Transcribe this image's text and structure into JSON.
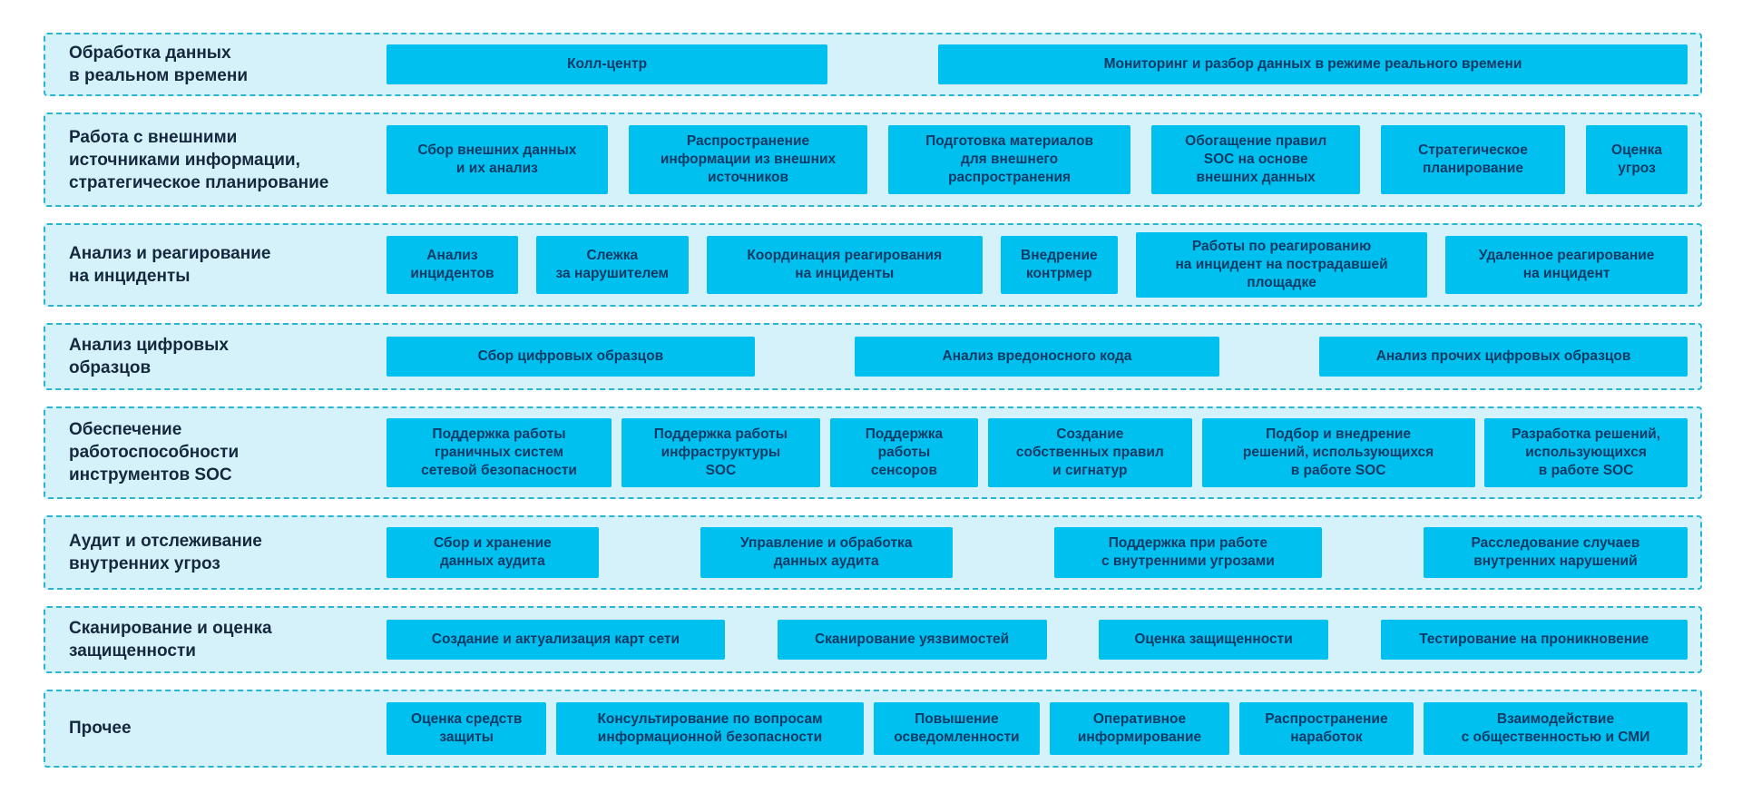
{
  "colors": {
    "page_background": "#FFFFFF",
    "row_background": "#D5F2FB",
    "row_border": "#2AB4D0",
    "box_background": "#00C0F0",
    "box_text": "#0A3A66",
    "label_text": "#15293E"
  },
  "rows": [
    {
      "label": "Обработка данных\nв реальном времени",
      "boxes": [
        {
          "label": "Колл-центр"
        },
        {
          "label": "Мониторинг и разбор данных в режиме реального времени"
        }
      ]
    },
    {
      "label": "Работа с внешними\nисточниками информации,\nстратегическое планирование",
      "boxes": [
        {
          "label": "Сбор внешних данных\nи их анализ"
        },
        {
          "label": "Распространение\nинформации из внешних\nисточников"
        },
        {
          "label": "Подготовка материалов\nдля внешнего\nраспространения"
        },
        {
          "label": "Обогащение правил\nSOC на основе\nвнешних данных"
        },
        {
          "label": "Стратегическое\nпланирование"
        },
        {
          "label": "Оценка\nугроз"
        }
      ]
    },
    {
      "label": "Анализ и реагирование\nна инциденты",
      "boxes": [
        {
          "label": "Анализ\nинцидентов"
        },
        {
          "label": "Слежка\nза нарушителем"
        },
        {
          "label": "Координация реагирования\nна инциденты"
        },
        {
          "label": "Внедрение\nконтрмер"
        },
        {
          "label": "Работы по реагированию\nна инцидент на пострадавшей\nплощадке"
        },
        {
          "label": "Удаленное реагирование\nна инцидент"
        }
      ]
    },
    {
      "label": "Анализ цифровых\nобразцов",
      "boxes": [
        {
          "label": "Сбор цифровых образцов"
        },
        {
          "label": "Анализ вредоносного кода"
        },
        {
          "label": "Анализ прочих цифровых образцов"
        }
      ]
    },
    {
      "label": "Обеспечение\nработоспособности\nинструментов SOC",
      "boxes": [
        {
          "label": "Поддержка работы\nграничных систем\nсетевой безопасности"
        },
        {
          "label": "Поддержка работы\nинфраструктуры\nSOC"
        },
        {
          "label": "Поддержка\nработы\nсенсоров"
        },
        {
          "label": "Создание\nсобственных правил\nи сигнатур"
        },
        {
          "label": "Подбор и внедрение\nрешений, использующихся\nв работе SOC"
        },
        {
          "label": "Разработка решений,\nиспользующихся\nв работе SOC"
        }
      ]
    },
    {
      "label": "Аудит и отслеживание\nвнутренних угроз",
      "boxes": [
        {
          "label": "Сбор и хранение\nданных аудита"
        },
        {
          "label": "Управление и обработка\nданных аудита"
        },
        {
          "label": "Поддержка при работе\nс внутренними угрозами"
        },
        {
          "label": "Расследование случаев\nвнутренних нарушений"
        }
      ]
    },
    {
      "label": "Сканирование и оценка\nзащищенности",
      "boxes": [
        {
          "label": "Создание и актуализация карт сети"
        },
        {
          "label": "Сканирование уязвимостей"
        },
        {
          "label": "Оценка защищенности"
        },
        {
          "label": "Тестирование на проникновение"
        }
      ]
    },
    {
      "label": "Прочее",
      "boxes": [
        {
          "label": "Оценка средств\nзащиты"
        },
        {
          "label": "Консультирование по вопросам\nинформационной безопасности"
        },
        {
          "label": "Повышение\nосведомленности"
        },
        {
          "label": "Оперативное\nинформирование"
        },
        {
          "label": "Распространение\nнаработок"
        },
        {
          "label": "Взаимодействие\nс общественностью и СМИ"
        }
      ]
    }
  ]
}
